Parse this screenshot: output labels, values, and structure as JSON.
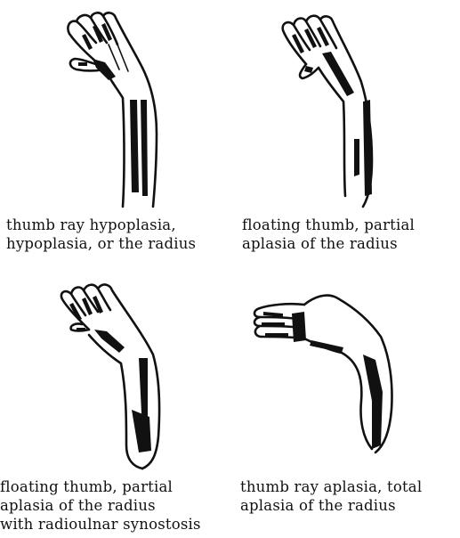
{
  "panels": [
    {
      "id": "thumb-ray-hypoplasia",
      "caption": [
        "thumb ray hypoplasia,",
        "hypoplasia, or the radius"
      ]
    },
    {
      "id": "floating-thumb-partial-aplasia",
      "caption": [
        "floating thumb, partial",
        "aplasia of the radius"
      ]
    },
    {
      "id": "floating-thumb-synostosis",
      "caption": [
        "floating thumb, partial",
        "aplasia of the radius",
        "with radioulnar synostosis"
      ]
    },
    {
      "id": "thumb-ray-total-aplasia",
      "caption": [
        "thumb ray aplasia, total",
        "aplasia of the radius"
      ]
    }
  ]
}
